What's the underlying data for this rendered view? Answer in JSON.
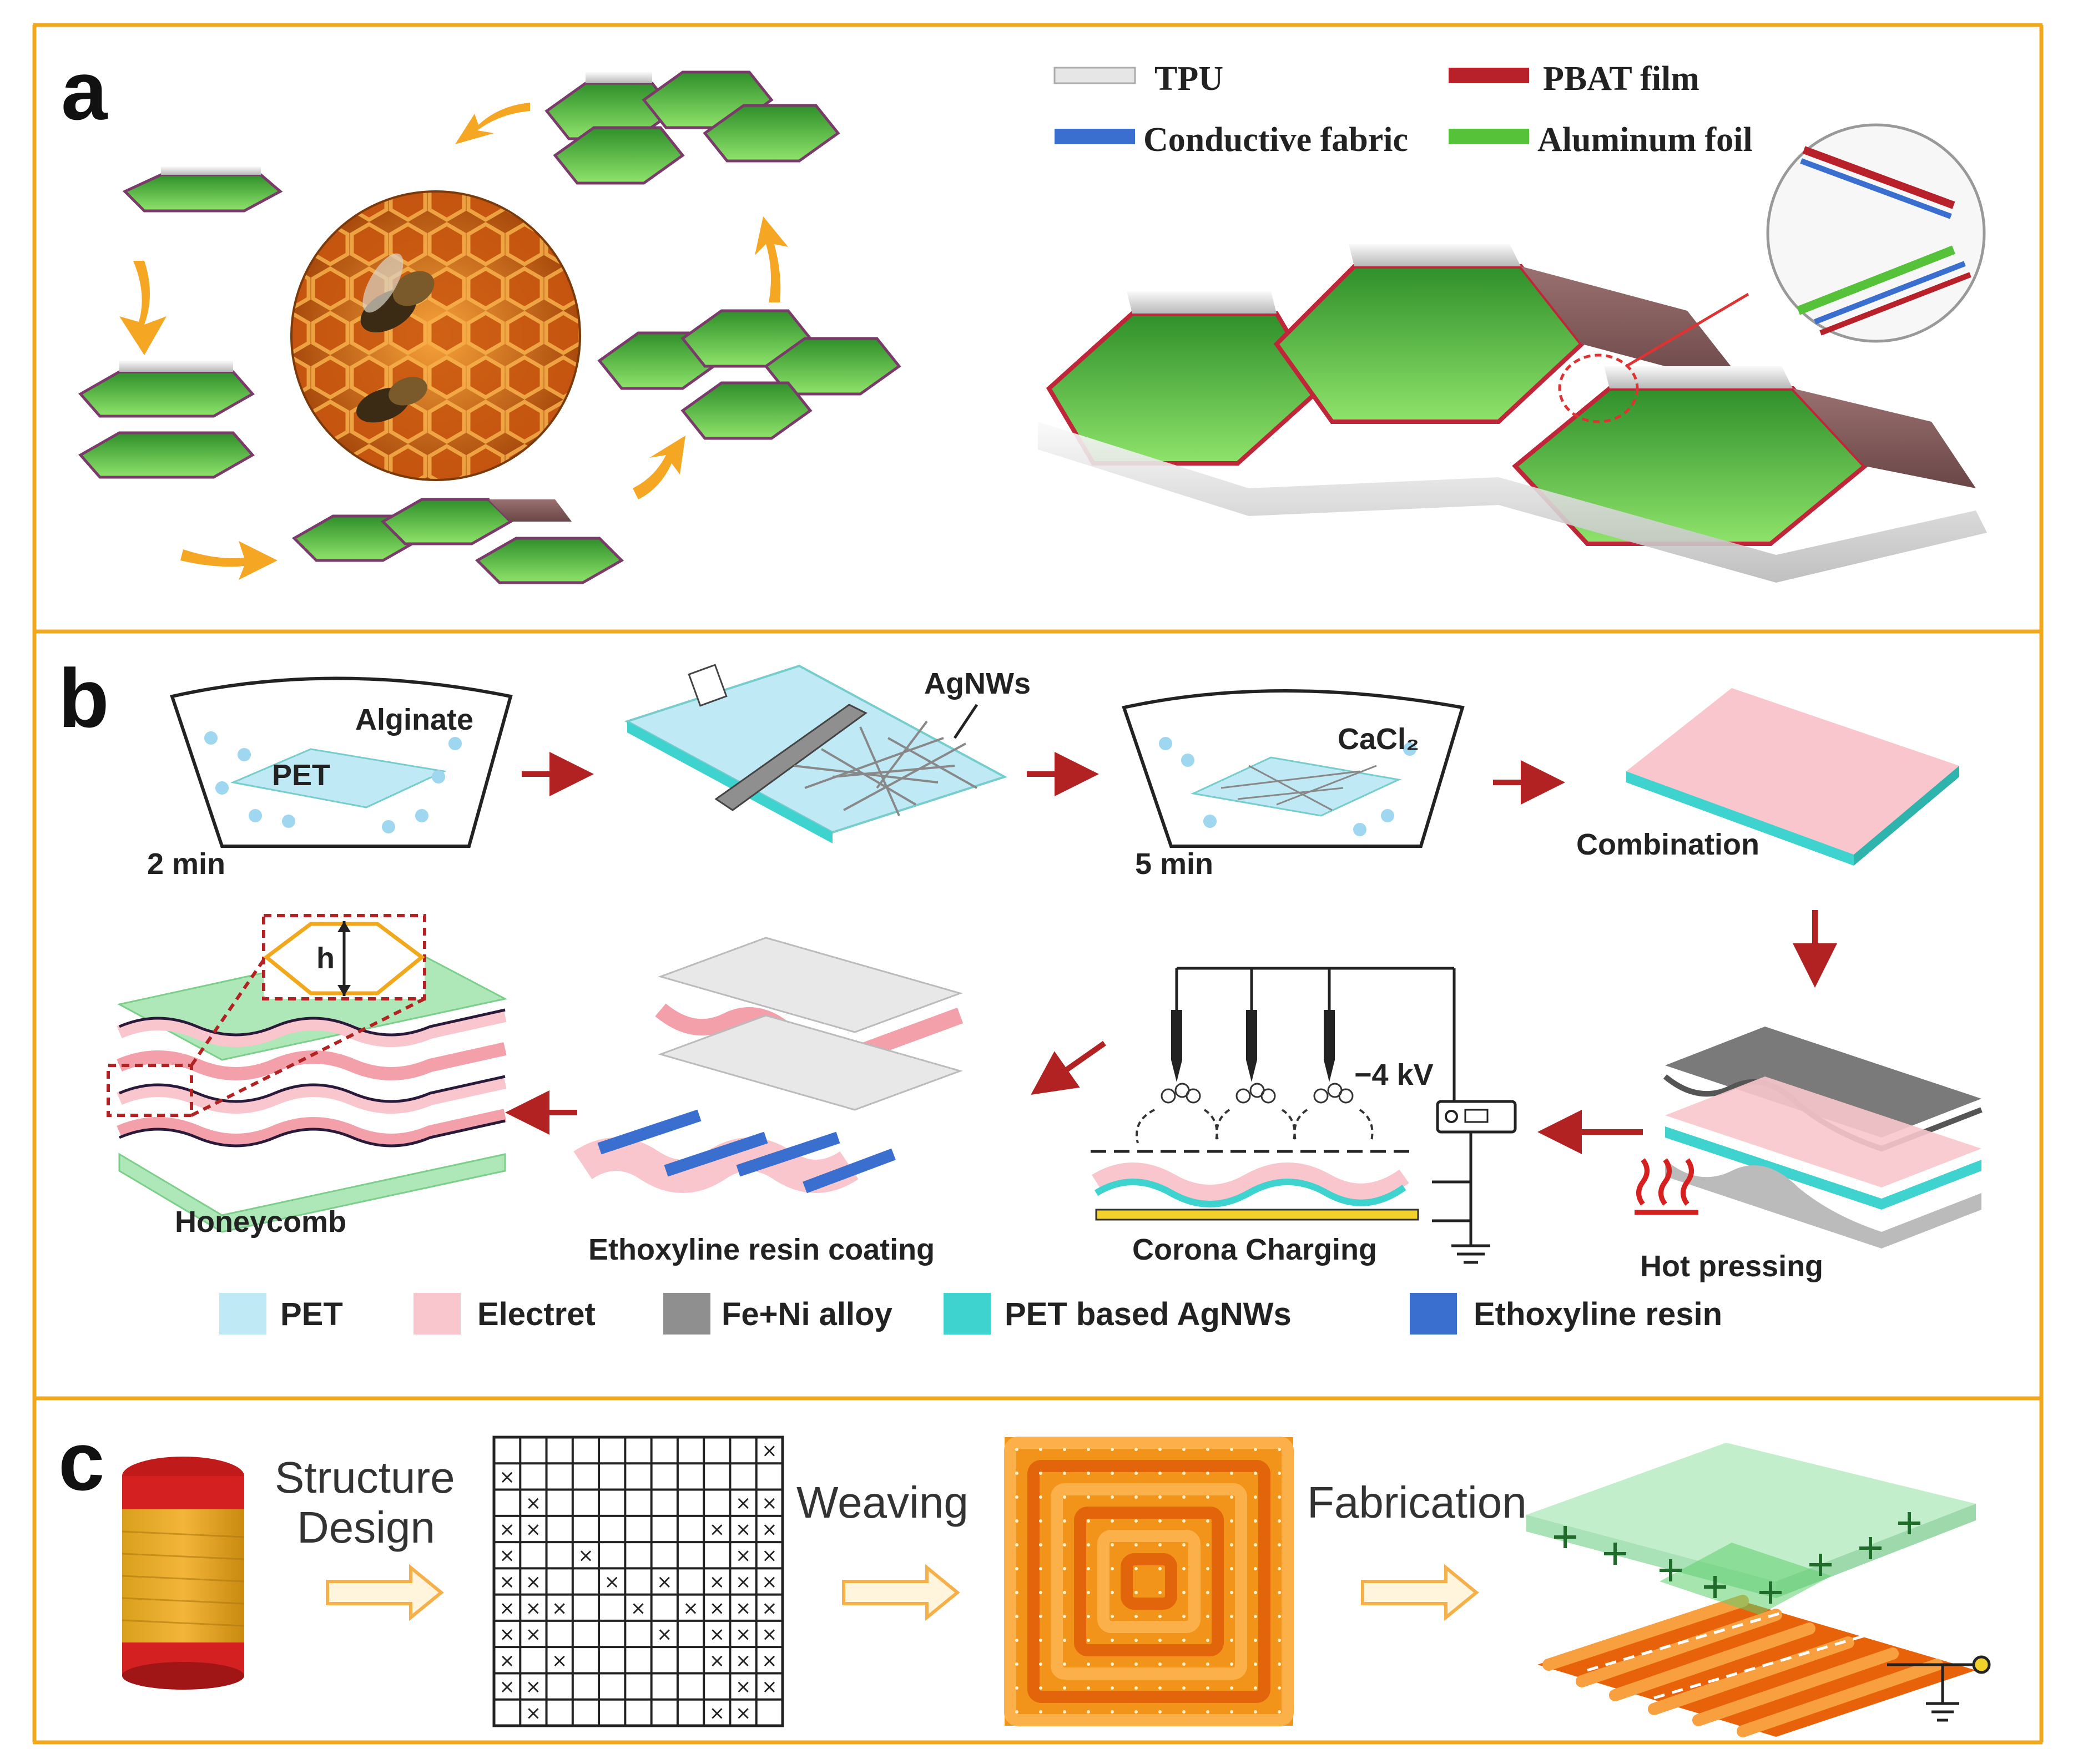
{
  "panels": {
    "a": {
      "letter": "a",
      "legend": [
        {
          "label": "TPU",
          "color": "#e6e6e6"
        },
        {
          "label": "PBAT film",
          "color": "#b8202a"
        },
        {
          "label": "Conductive fabric",
          "color": "#3a6fd0"
        },
        {
          "label": "Aluminum foil",
          "color": "#55c23a"
        }
      ]
    },
    "b": {
      "letter": "b",
      "labels": {
        "alginate": "Alginate",
        "pet": "PET",
        "time1": "2 min",
        "agnws": "AgNWs",
        "cacl2": "CaCl₂",
        "time2": "5 min",
        "combination": "Combination",
        "hot_pressing": "Hot pressing",
        "voltage": "−4 kV",
        "corona": "Corona Charging",
        "coating": "Ethoxyline resin coating",
        "honeycomb": "Honeycomb",
        "h": "h"
      },
      "legend": [
        {
          "label": "PET",
          "color": "#bfe9f5"
        },
        {
          "label": "Electret",
          "color": "#f8c6cc"
        },
        {
          "label": "Fe+Ni alloy",
          "color": "#8f8f8f"
        },
        {
          "label": "PET based AgNWs",
          "color": "#3fd3cf"
        },
        {
          "label": "Ethoxyline resin",
          "color": "#3a6fd0"
        }
      ]
    },
    "c": {
      "letter": "c",
      "steps": {
        "structure1": "Structure",
        "structure2": "Design",
        "weaving": "Weaving",
        "fabrication": "Fabrication"
      }
    }
  },
  "colors": {
    "frame": "#f2a81d",
    "arrow_red": "#b22222",
    "arrow_yellow": "#f5a623",
    "green": "#5cc94a",
    "orange": "#f07a12"
  }
}
